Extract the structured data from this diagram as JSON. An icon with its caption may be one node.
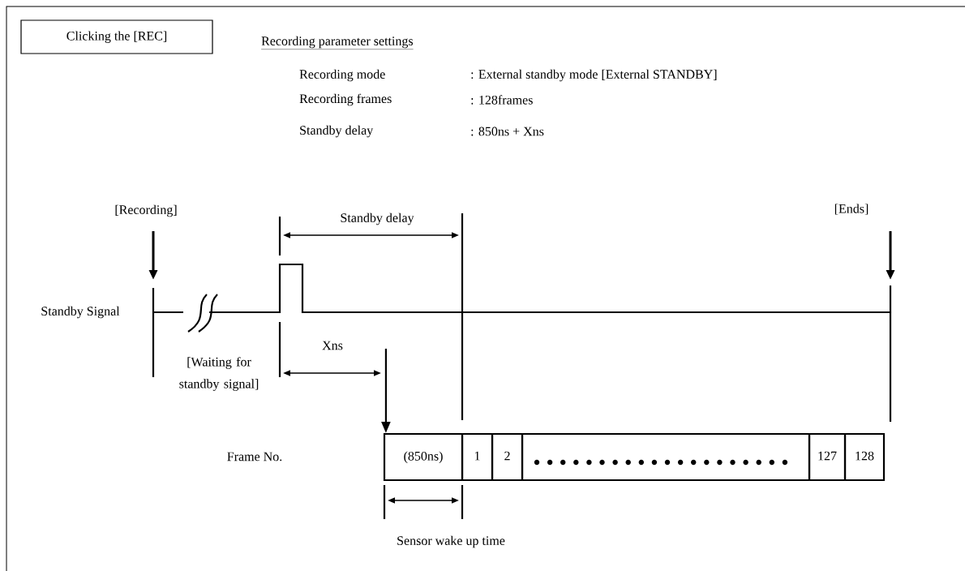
{
  "diagram": {
    "nodes": [
      {
        "text": [
          "Clicking the [REC]"
        ]
      },
      {
        "text": [
          "(850ns)"
        ]
      },
      {
        "text": [
          "1"
        ]
      },
      {
        "text": [
          "2"
        ]
      },
      {
        "text": [],
        "shape": "box"
      },
      {
        "text": [
          "127"
        ]
      },
      {
        "text": [
          "128"
        ]
      }
    ],
    "edges": [
      {
        "from": null,
        "to": 1,
        "arrow": "to"
      }
    ],
    "labels": [
      "Recording parameter settings",
      "Recording mode",
      ": External standby mode [External STANDBY]",
      "Recording frames",
      ": 128frames",
      "Standby delay",
      ": 850ns +  Xns",
      "[Recording]",
      "Standby delay",
      "[Ends]",
      "Standby Signal",
      "Xns",
      "[Waiting for standby signal]",
      "Frame No.",
      "Sensor wake up time"
    ]
  }
}
